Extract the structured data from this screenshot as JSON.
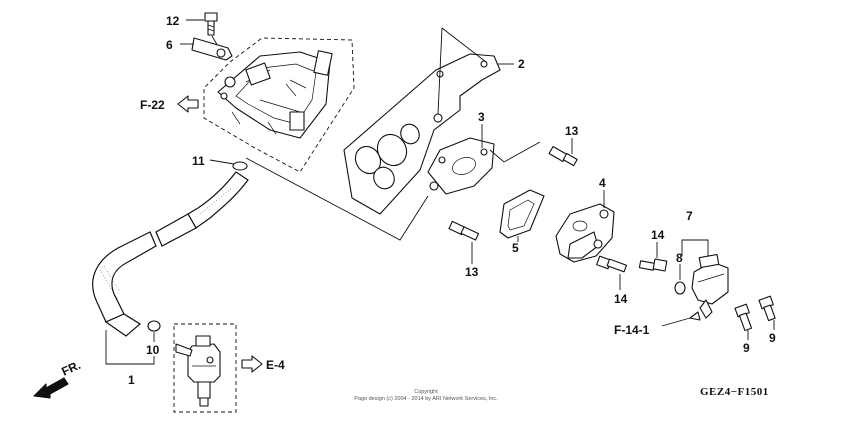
{
  "diagram": {
    "callouts": {
      "p1": "1",
      "p2": "2",
      "p3": "3",
      "p4": "4",
      "p5": "5",
      "p6": "6",
      "p7": "7",
      "p8": "8",
      "p9a": "9",
      "p9b": "9",
      "p10": "10",
      "p11": "11",
      "p12": "12",
      "p13a": "13",
      "p13b": "13",
      "p14a": "14",
      "p14b": "14"
    },
    "refs": {
      "f22": "F-22",
      "e4": "E-4",
      "f141": "F-14-1",
      "fr": "FR."
    },
    "diagram_code": "GEZ4−F1501",
    "copyright_line1": "Copyright",
    "copyright_line2": "Page design (c) 2004 - 2014 by ARI Network Services, Inc."
  }
}
